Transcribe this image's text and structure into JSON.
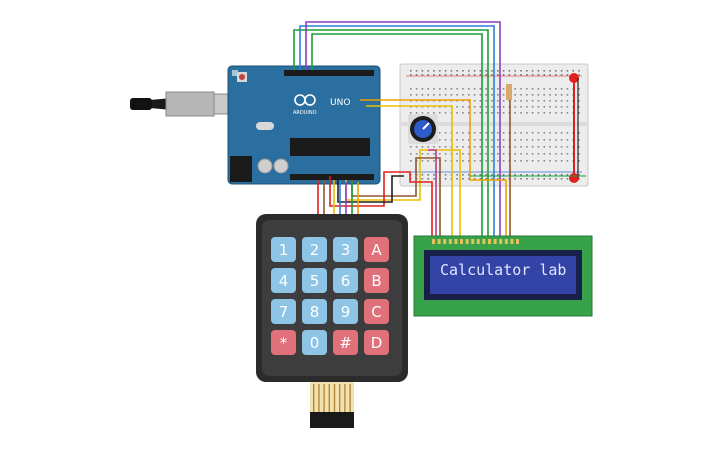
{
  "canvas": {
    "background": "#ffffff"
  },
  "arduino": {
    "brand": "ARDUINO",
    "model": "UNO",
    "board_color": "#2a6f9f",
    "icon": "infinity-logo"
  },
  "lcd": {
    "text": "Calculator lab",
    "screen_color": "#3443a6",
    "pcb_color": "#37a24a"
  },
  "keypad": {
    "keys": [
      [
        "1",
        "2",
        "3",
        "A"
      ],
      [
        "4",
        "5",
        "6",
        "B"
      ],
      [
        "7",
        "8",
        "9",
        "C"
      ],
      [
        "*",
        "0",
        "#",
        "D"
      ]
    ],
    "number_key_color": "#8ec4e6",
    "letter_key_color": "#e0707a"
  },
  "wire_colors": [
    "#1a9e3a",
    "#2e7fd6",
    "#8a3fbf",
    "#e8c000",
    "#e02020",
    "#8a5a2b",
    "#202020",
    "#f0a000"
  ]
}
